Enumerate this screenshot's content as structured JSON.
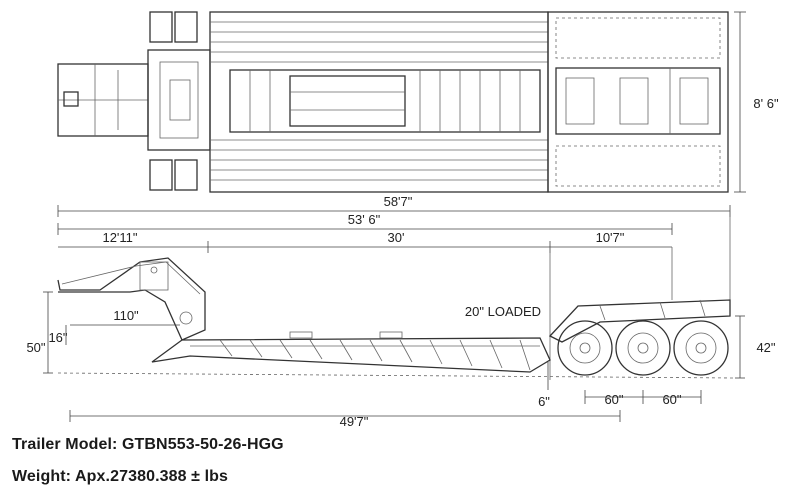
{
  "dimensions": {
    "top_width": "8' 6\"",
    "overall_length": "58'7\"",
    "deck_plus_gooseneck": "53' 6\"",
    "gooseneck_length": "12'11\"",
    "well_length": "30'",
    "rear_length": "10'7\"",
    "loaded_height_note": "20\" LOADED",
    "front_height": "50\"",
    "gooseneck_drop": "16\"",
    "kingpin_setback": "110\"",
    "rear_deck_height": "42\"",
    "ground_clearance": "6\"",
    "axle_spacing_1": "60\"",
    "axle_spacing_2": "60\"",
    "bottom_length": "49'7\""
  },
  "specs": {
    "model": "Trailer Model: GTBN553-50-26-HGG",
    "weight": "Weight: Apx.27380.388 ± lbs"
  }
}
